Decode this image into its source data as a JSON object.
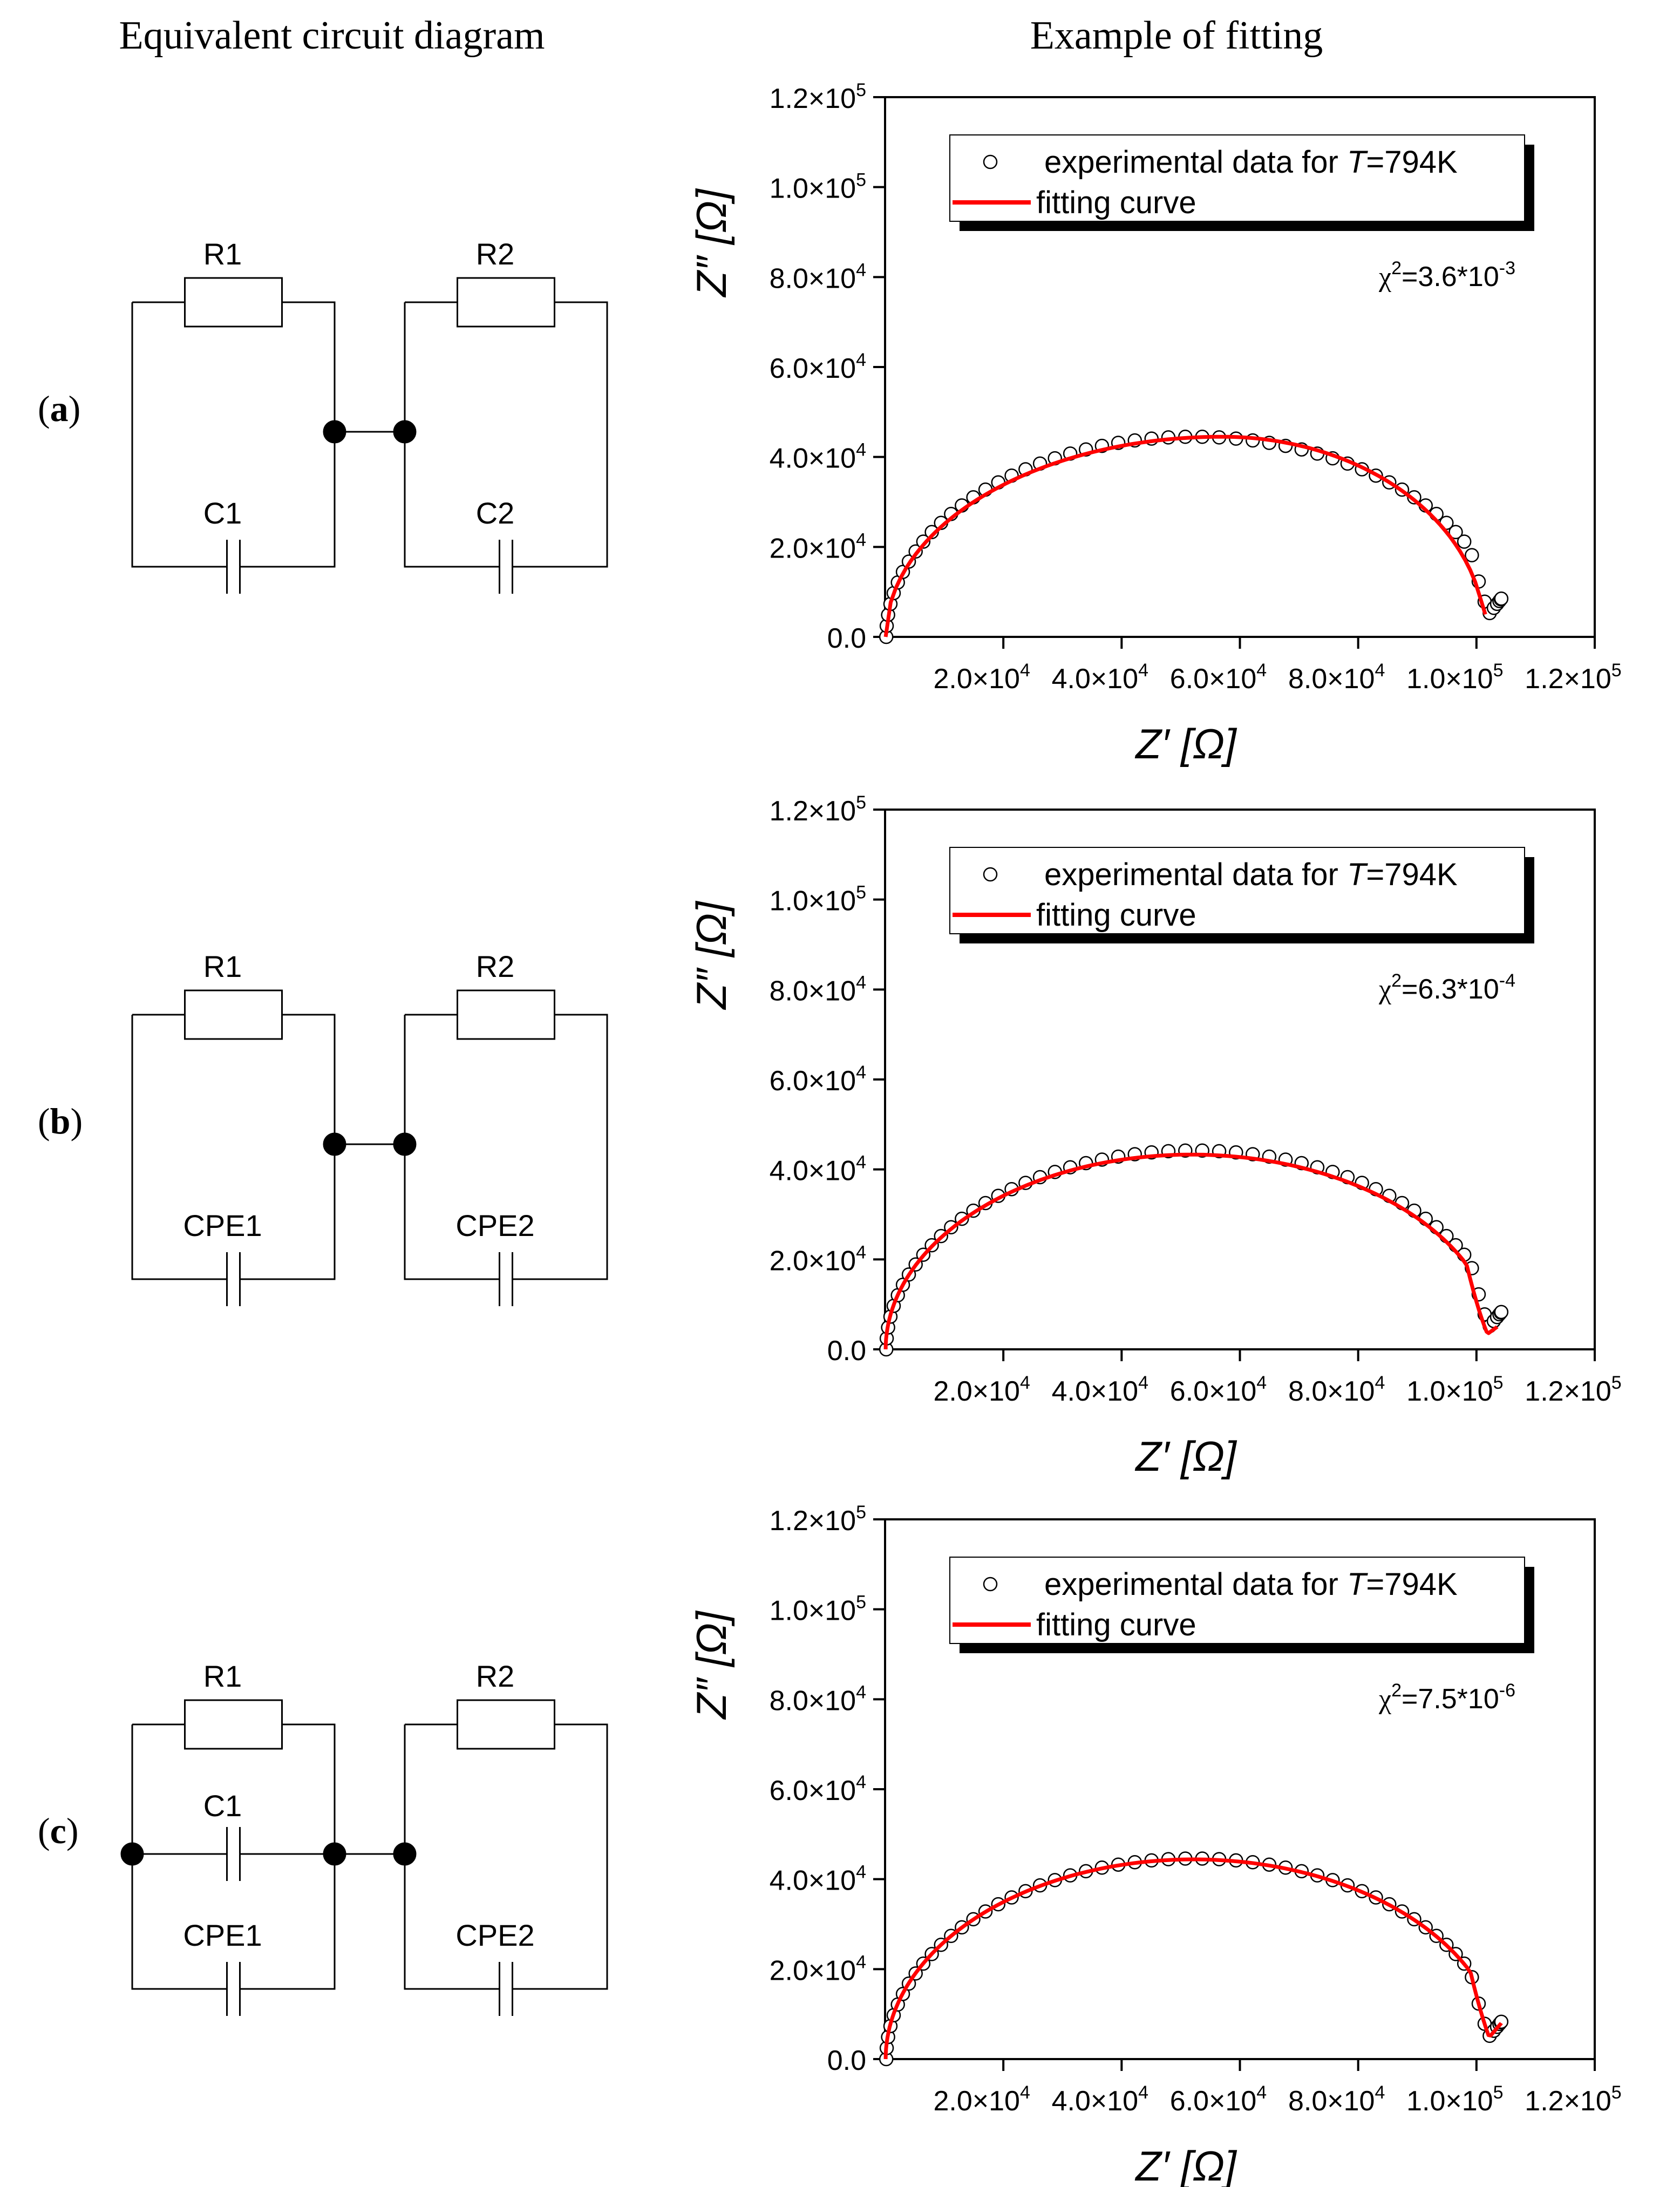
{
  "headers": {
    "left": "Equivalent circuit diagram",
    "right": "Example of fitting"
  },
  "panels": [
    {
      "label": "(a)",
      "label_letter": "a",
      "circuit": {
        "type": "C",
        "components": {
          "r1": "R1",
          "r2": "R2",
          "c_left": "C1",
          "c_right": "C2"
        }
      },
      "legend": {
        "experimental": "experimental data for ",
        "experimental_var": "T",
        "experimental_val": "=794K",
        "fit": "fitting curve"
      },
      "chi": {
        "prefix": "χ",
        "sup": "2",
        "value": "=3.6*10",
        "exp": "-3"
      }
    },
    {
      "label": "(b)",
      "label_letter": "b",
      "circuit": {
        "type": "CPE",
        "components": {
          "r1": "R1",
          "r2": "R2",
          "c_left": "CPE1",
          "c_right": "CPE2"
        }
      },
      "legend": {
        "experimental": "experimental data for ",
        "experimental_var": "T",
        "experimental_val": "=794K",
        "fit": "fitting curve"
      },
      "chi": {
        "prefix": "χ",
        "sup": "2",
        "value": "=6.3*10",
        "exp": "-4"
      }
    },
    {
      "label": "(c)",
      "label_letter": "c",
      "circuit": {
        "type": "C+CPE",
        "components": {
          "r1": "R1",
          "r2": "R2",
          "c_mid": "C1",
          "c_left": "CPE1",
          "c_right": "CPE2"
        }
      },
      "legend": {
        "experimental": "experimental data for ",
        "experimental_var": "T",
        "experimental_val": "=794K",
        "fit": "fitting curve"
      },
      "chi": {
        "prefix": "χ",
        "sup": "2",
        "value": "=7.5*10",
        "exp": "-6"
      }
    }
  ],
  "colors": {
    "fit": "#ff0000",
    "marker": "#000000",
    "axis": "#000000"
  },
  "chart_data": [
    {
      "type": "scatter",
      "xlabel": "Z′ [Ω]",
      "ylabel": "Z″ [Ω]",
      "xlim": [
        0,
        120000
      ],
      "ylim": [
        0,
        120000
      ],
      "xticks": [
        {
          "v": 20000,
          "m": "2.0×10",
          "e": "4"
        },
        {
          "v": 40000,
          "m": "4.0×10",
          "e": "4"
        },
        {
          "v": 60000,
          "m": "6.0×10",
          "e": "4"
        },
        {
          "v": 80000,
          "m": "8.0×10",
          "e": "4"
        },
        {
          "v": 100000,
          "m": "1.0×10",
          "e": "5"
        },
        {
          "v": 120000,
          "m": "1.2×10",
          "e": "5"
        }
      ],
      "yticks": [
        {
          "v": 0,
          "m": "0.0",
          "e": ""
        },
        {
          "v": 20000,
          "m": "2.0×10",
          "e": "4"
        },
        {
          "v": 40000,
          "m": "4.0×10",
          "e": "4"
        },
        {
          "v": 60000,
          "m": "6.0×10",
          "e": "4"
        },
        {
          "v": 80000,
          "m": "8.0×10",
          "e": "4"
        },
        {
          "v": 100000,
          "m": "1.0×10",
          "e": "5"
        },
        {
          "v": 120000,
          "m": "1.2×10",
          "e": "5"
        }
      ],
      "series": [
        {
          "name": "experimental data for T=794K",
          "kind": "markers",
          "shape": "nonideal",
          "r": 52000,
          "cx": 52000,
          "ymax": 44500,
          "x_start": 200,
          "x_end": 104200,
          "y_end": 8500,
          "n": 58
        },
        {
          "name": "fitting curve",
          "kind": "line",
          "shape": "twoarc",
          "x_start": 100,
          "x_end": 101500,
          "ymax": 44500,
          "x_peak": 57000,
          "y_end": 5000,
          "n": 120
        }
      ]
    },
    {
      "type": "scatter",
      "xlabel": "Z′ [Ω]",
      "ylabel": "Z″ [Ω]",
      "xlim": [
        0,
        120000
      ],
      "ylim": [
        0,
        120000
      ],
      "xticks": [
        {
          "v": 20000,
          "m": "2.0×10",
          "e": "4"
        },
        {
          "v": 40000,
          "m": "4.0×10",
          "e": "4"
        },
        {
          "v": 60000,
          "m": "6.0×10",
          "e": "4"
        },
        {
          "v": 80000,
          "m": "8.0×10",
          "e": "4"
        },
        {
          "v": 100000,
          "m": "1.0×10",
          "e": "5"
        },
        {
          "v": 120000,
          "m": "1.2×10",
          "e": "5"
        }
      ],
      "yticks": [
        {
          "v": 0,
          "m": "0.0",
          "e": ""
        },
        {
          "v": 20000,
          "m": "2.0×10",
          "e": "4"
        },
        {
          "v": 40000,
          "m": "4.0×10",
          "e": "4"
        },
        {
          "v": 60000,
          "m": "6.0×10",
          "e": "4"
        },
        {
          "v": 80000,
          "m": "8.0×10",
          "e": "4"
        },
        {
          "v": 100000,
          "m": "1.0×10",
          "e": "5"
        },
        {
          "v": 120000,
          "m": "1.2×10",
          "e": "5"
        }
      ],
      "series": [
        {
          "name": "experimental data for T=794K",
          "kind": "markers",
          "shape": "nonideal",
          "r": 52000,
          "cx": 52000,
          "ymax": 44200,
          "x_start": 200,
          "x_end": 104200,
          "y_end": 8300,
          "n": 58
        },
        {
          "name": "fitting curve",
          "kind": "line",
          "shape": "nonideal",
          "x_start": 100,
          "x_end": 103500,
          "ymax": 43300,
          "y_end": 5000,
          "n": 120
        }
      ]
    },
    {
      "type": "scatter",
      "xlabel": "Z′ [Ω]",
      "ylabel": "Z″ [Ω]",
      "xlim": [
        0,
        120000
      ],
      "ylim": [
        0,
        120000
      ],
      "xticks": [
        {
          "v": 20000,
          "m": "2.0×10",
          "e": "4"
        },
        {
          "v": 40000,
          "m": "4.0×10",
          "e": "4"
        },
        {
          "v": 60000,
          "m": "6.0×10",
          "e": "4"
        },
        {
          "v": 80000,
          "m": "8.0×10",
          "e": "4"
        },
        {
          "v": 100000,
          "m": "1.0×10",
          "e": "5"
        },
        {
          "v": 120000,
          "m": "1.2×10",
          "e": "5"
        }
      ],
      "yticks": [
        {
          "v": 0,
          "m": "0.0",
          "e": ""
        },
        {
          "v": 20000,
          "m": "2.0×10",
          "e": "4"
        },
        {
          "v": 40000,
          "m": "4.0×10",
          "e": "4"
        },
        {
          "v": 60000,
          "m": "6.0×10",
          "e": "4"
        },
        {
          "v": 80000,
          "m": "8.0×10",
          "e": "4"
        },
        {
          "v": 100000,
          "m": "1.0×10",
          "e": "5"
        },
        {
          "v": 120000,
          "m": "1.2×10",
          "e": "5"
        }
      ],
      "series": [
        {
          "name": "experimental data for T=794K",
          "kind": "markers",
          "shape": "nonideal",
          "r": 52000,
          "cx": 52000,
          "ymax": 44600,
          "x_start": 200,
          "x_end": 104200,
          "y_end": 8300,
          "n": 58
        },
        {
          "name": "fitting curve",
          "kind": "line",
          "shape": "nonideal",
          "x_start": 100,
          "x_end": 104200,
          "ymax": 44400,
          "y_end": 8000,
          "n": 120
        }
      ]
    }
  ]
}
